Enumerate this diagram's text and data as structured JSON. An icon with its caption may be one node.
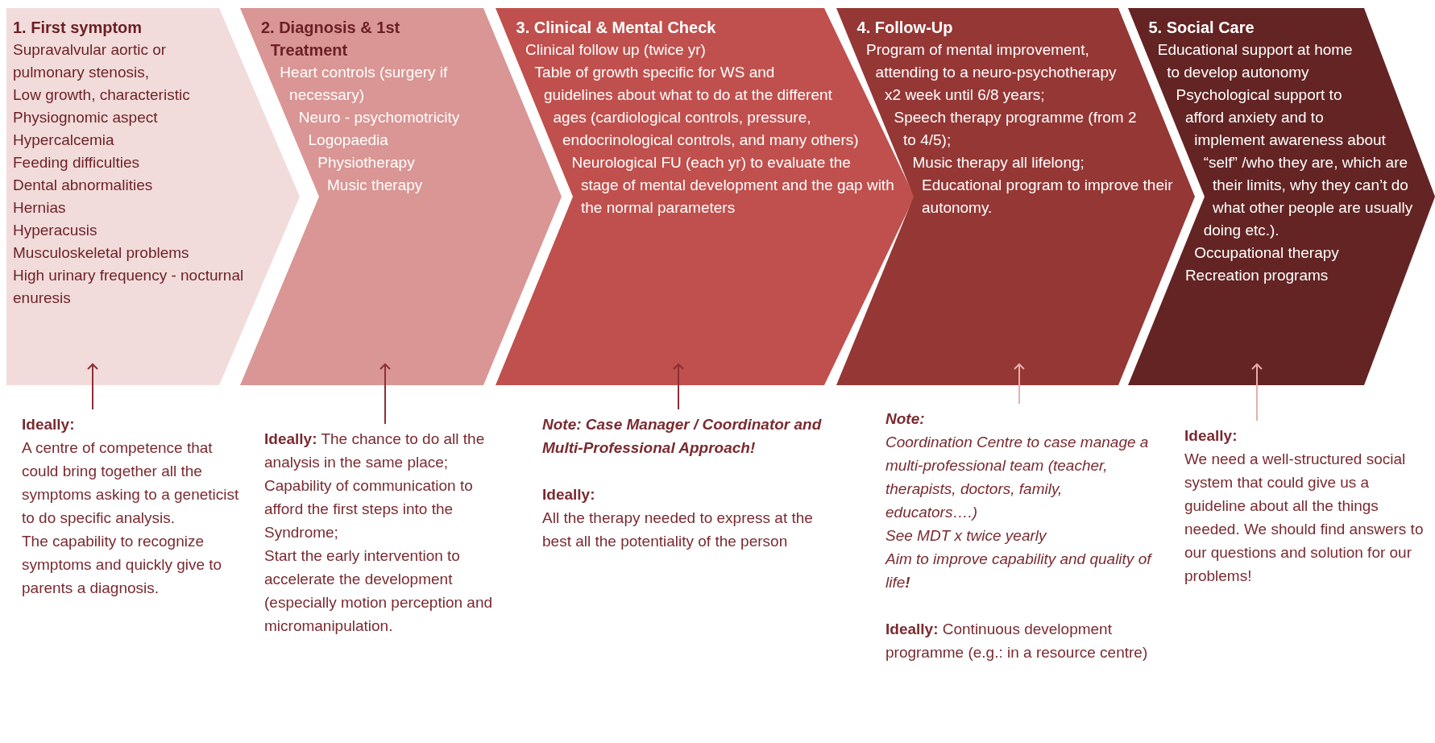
{
  "diagram": {
    "nodes": [
      {
        "text": [
          "1. First symptom",
          "Supravalvular aortic or pulmonary stenosis,",
          "Low growth, characteristic Physiognomic aspect",
          "Hypercalcemia",
          "Feeding difficulties",
          "Dental abnormalities",
          "Hernias",
          "Hyperacusis",
          "Musculoskeletal problems",
          "High urinary frequency - nocturnal enuresis"
        ]
      },
      {
        "text": [
          "2. Diagnosis & 1st Treatment",
          "Heart controls (surgery if necessary)",
          "Neuro - psychomotricity",
          "Logopaedia",
          "Physiotherapy",
          "Music therapy"
        ]
      },
      {
        "text": [
          "3. Clinical & Mental Check",
          "Clinical follow up (twice yr)",
          "Table of growth specific for WS and guidelines about what to do at the different ages (cardiological controls, pressure, endocrinological controls, and many others)",
          "Neurological FU (each yr) to evaluate the stage of mental development and the gap with the normal parameters"
        ]
      },
      {
        "text": [
          "4. Follow-Up",
          "Program of mental improvement, attending to a neuro-psychotherapy x2 week until 6/8 years;",
          "Speech therapy programme (from 2 to 4/5);",
          "Music therapy all lifelong;",
          "Educational program to improve their autonomy."
        ]
      },
      {
        "text": [
          "5. Social Care",
          "Educational support at home to develop autonomy",
          "Psychological support to afford anxiety and to implement awareness about “self” /who they are, which are their limits, why they can’t do what other people are usually doing etc.).",
          "Occupational therapy",
          "Recreation programs"
        ]
      },
      {
        "text": [
          "Ideally:",
          "A centre of competence that could bring together all the symptoms asking to a geneticist to do specific analysis.",
          "The capability to recognize symptoms and quickly give to parents a diagnosis."
        ]
      },
      {
        "text": [
          "**Ideally:** The chance to do all the analysis in the same place;",
          "Capability of communication to afford the first steps into the Syndrome;",
          "Start the early intervention to accelerate the development (especially motion perception and micromanipulation."
        ]
      },
      {
        "text": [
          "Note: Case Manager / Coordinator and Multi-Professional Approach!",
          "Ideally:",
          "All the therapy needed to express at the best all the potentiality of the person"
        ]
      },
      {
        "text": [
          "Note:",
          "Coordination Centre to case manage a multi-professional team (teacher, therapists, doctors, family, educators….)",
          "See MDT x twice yearly",
          "Aim to improve capability and quality of life**!**",
          "**Ideally:** Continuous development programme (e.g.: in a resource centre)"
        ]
      },
      {
        "text": [
          "Ideally:",
          "We need a well-structured social system that could give us a guideline about all the things needed. We should find answers to our questions and solution for our problems!"
        ]
      }
    ],
    "edges": [
      {
        "from": 5,
        "to": 0,
        "arrow": "to"
      },
      {
        "from": 6,
        "to": 1,
        "arrow": "to"
      },
      {
        "from": 7,
        "to": 2,
        "arrow": "to"
      },
      {
        "from": 8,
        "to": 3,
        "arrow": "to",
        "color": "#e6aeae"
      },
      {
        "from": 9,
        "to": 4,
        "arrow": "to",
        "color": "#e6aeae"
      }
    ]
  }
}
